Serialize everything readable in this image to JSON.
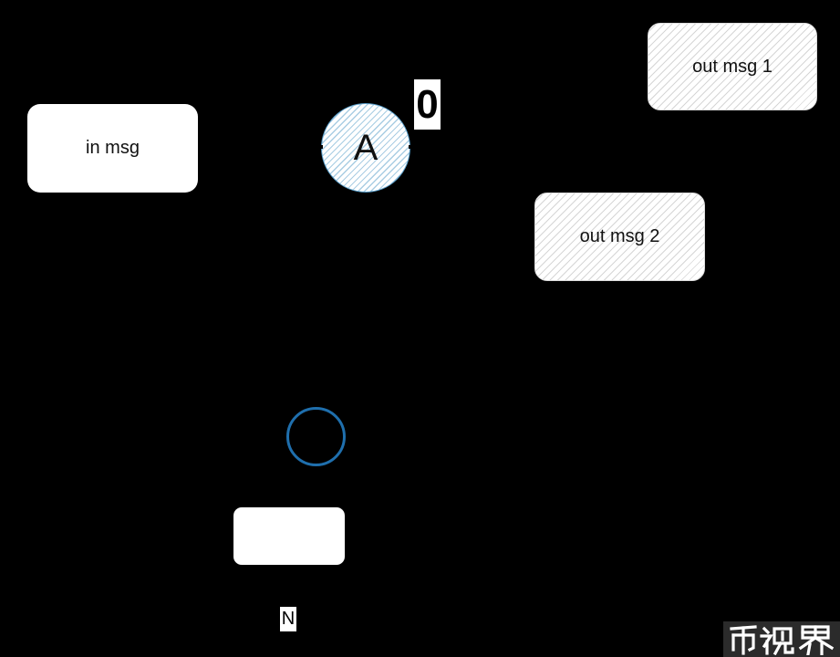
{
  "nodes": {
    "in_msg": "in msg",
    "out_msg_1": "out msg 1",
    "out_msg_2": "out msg 2",
    "circle_a": "A",
    "zero": "0",
    "n": "N"
  },
  "watermark": {
    "text": "币视界",
    "color": "#ffffff",
    "background": "#2b2b2b"
  },
  "colors": {
    "background": "#000000",
    "circle_hatch": "#a9cde3",
    "ring_stroke": "#1f6fad"
  }
}
